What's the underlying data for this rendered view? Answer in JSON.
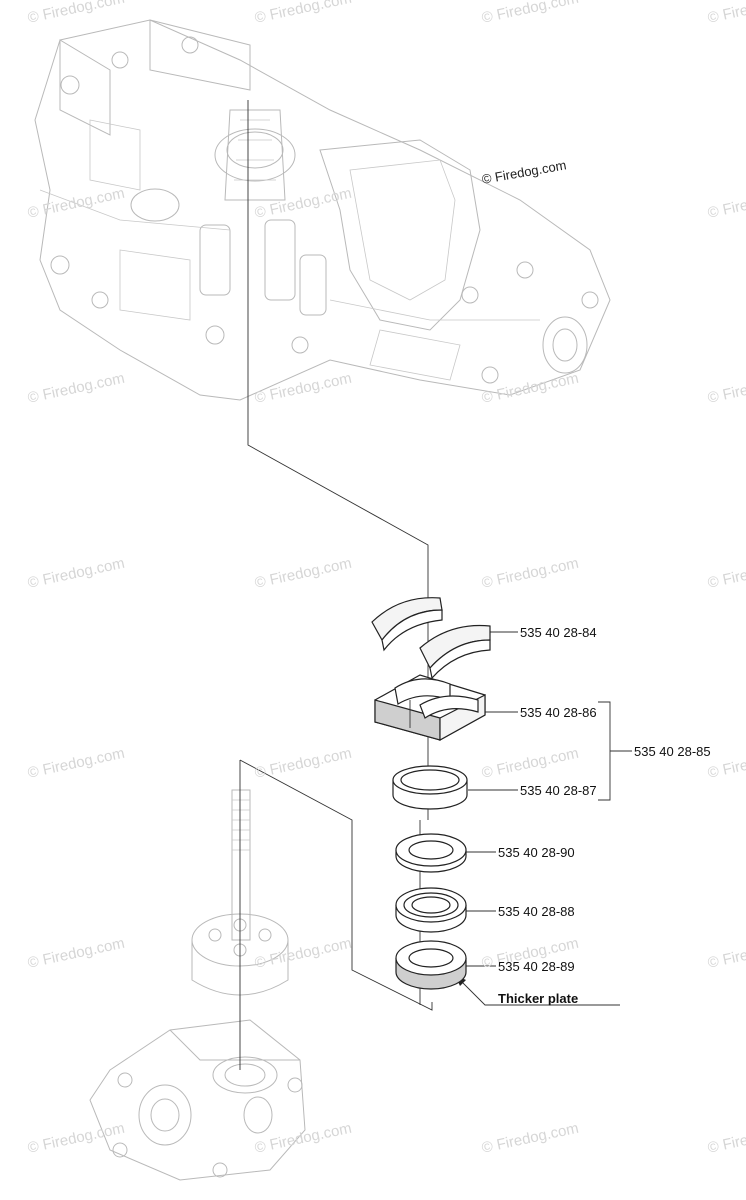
{
  "watermark": "© Firedog.com",
  "watermark_main": "© Firedog.com",
  "parts": {
    "p84": "535 40 28-84",
    "p86": "535 40 28-86",
    "p87": "535 40 28-87",
    "p85": "535 40 28-85",
    "p90": "535 40 28-90",
    "p88": "535 40 28-88",
    "p89": "535 40 28-89"
  },
  "note": "Thicker plate"
}
